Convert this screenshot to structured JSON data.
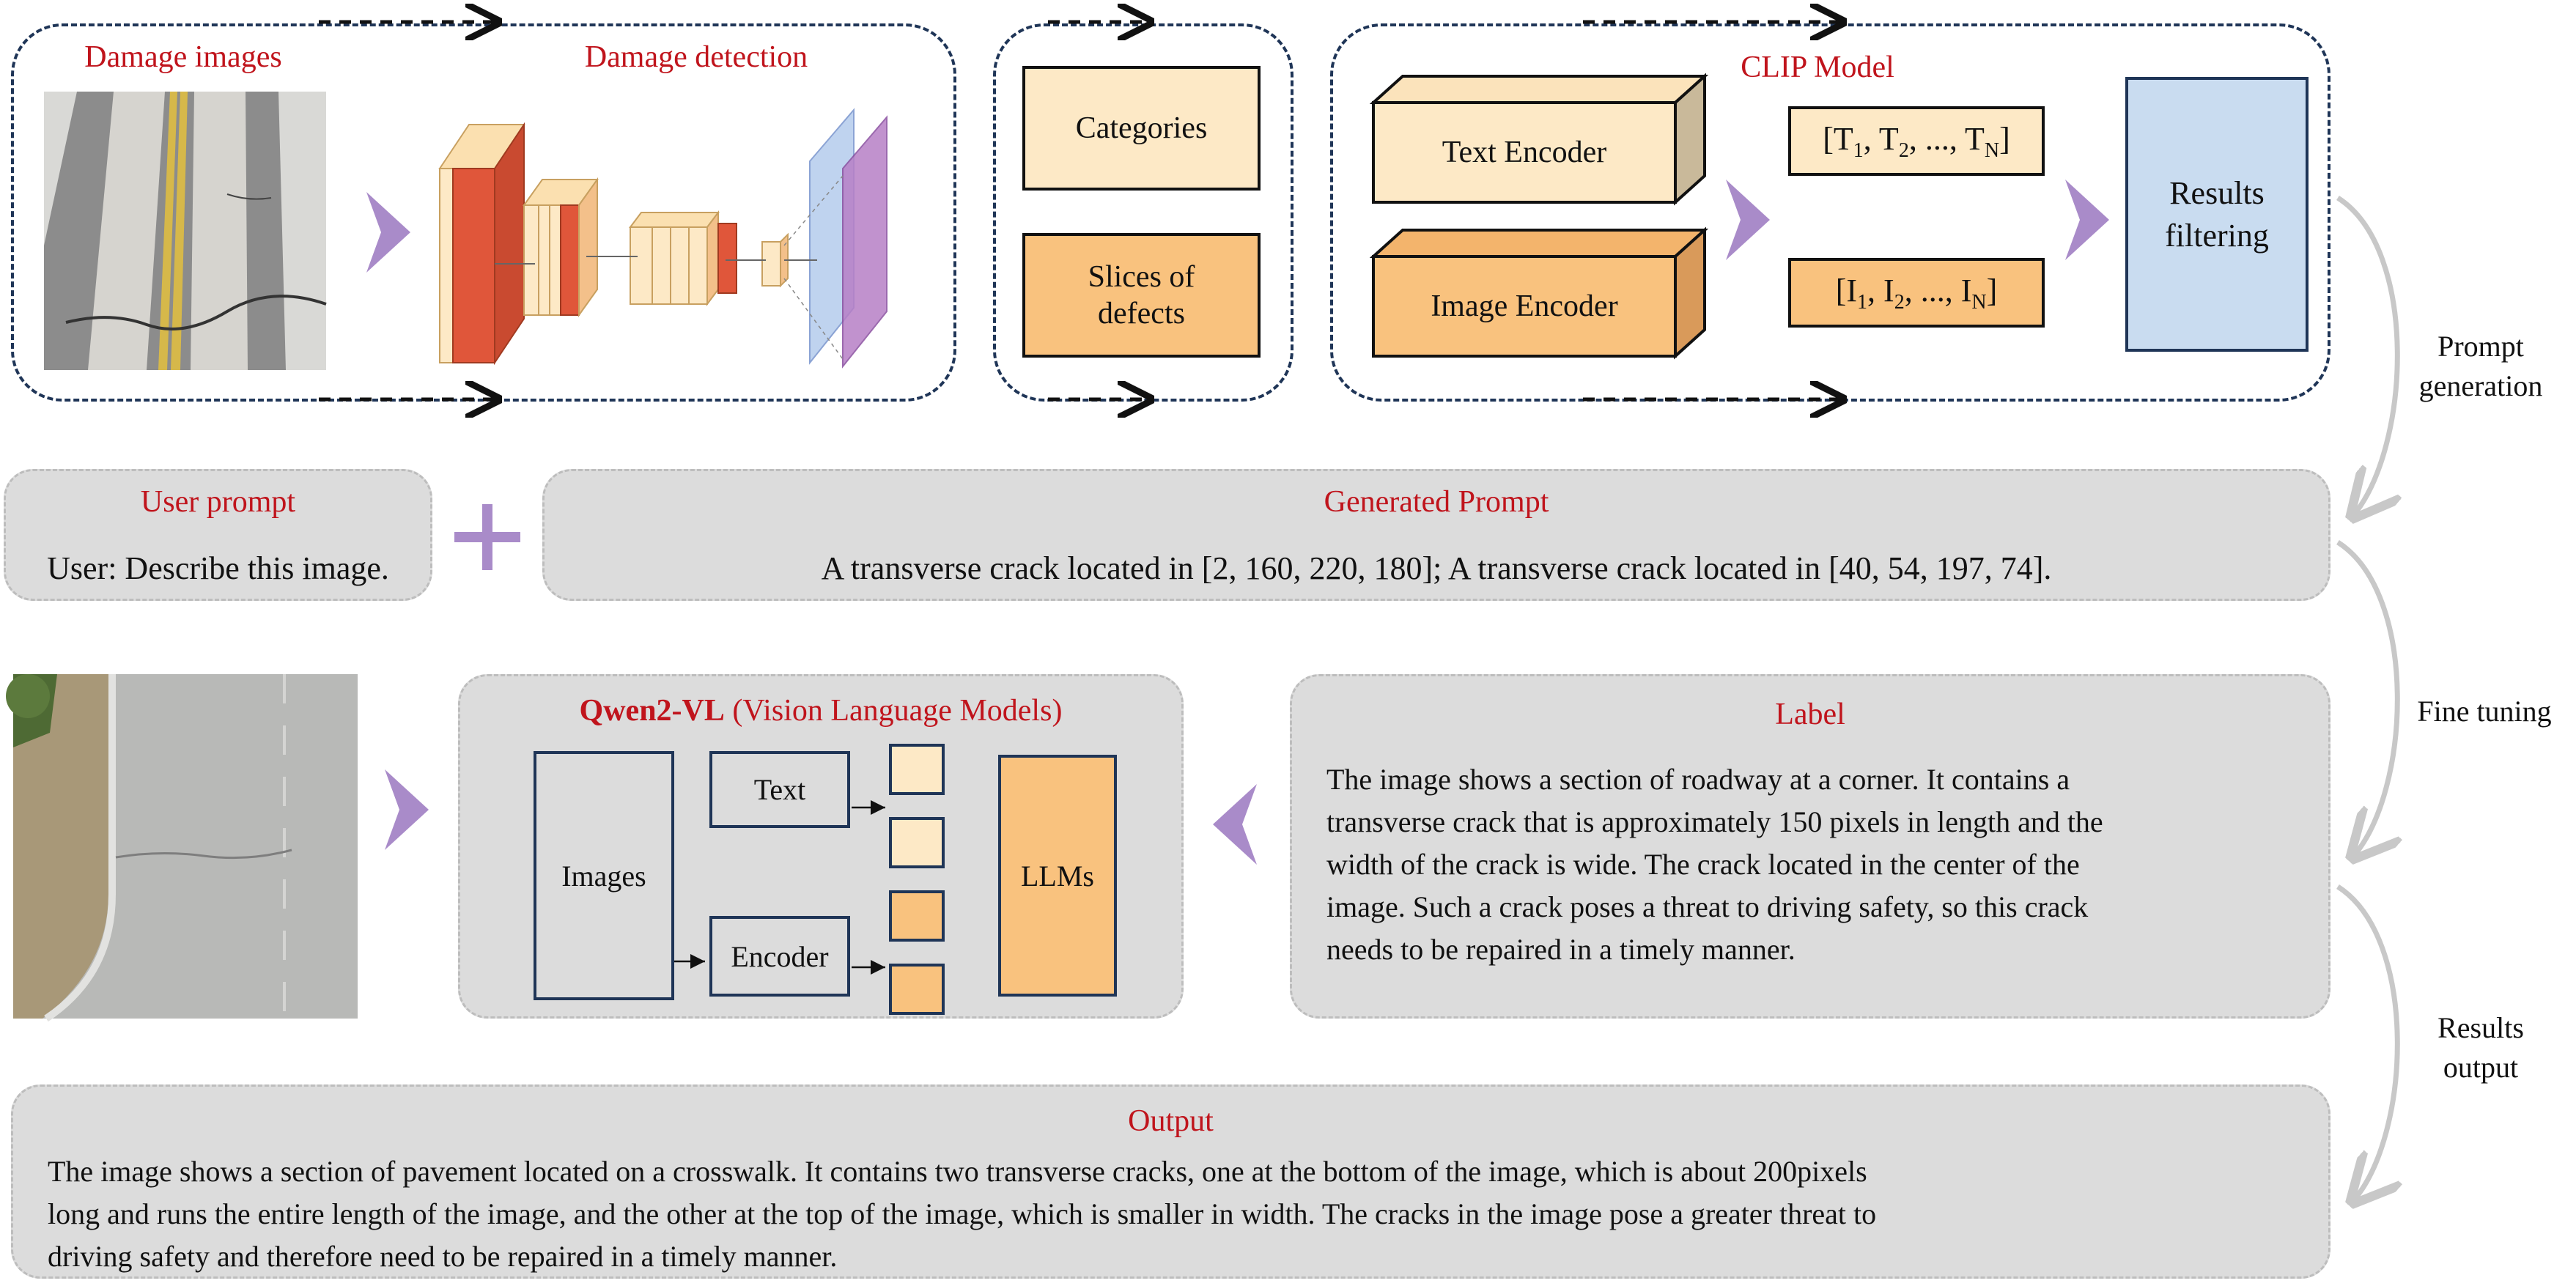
{
  "colors": {
    "accent_red": "#c0141c",
    "navy": "#1f3557",
    "purple_arrow": "#a98bc9",
    "panel_gray": "#dcdcdc",
    "light_orange": "#fde9c6",
    "orange": "#f9c27e",
    "light_blue": "#c9dcf0",
    "detection_red": "#e0563a"
  },
  "detection_panel": {
    "damage_images_title": "Damage images",
    "damage_detection_title": "Damage detection"
  },
  "middle_panel": {
    "categories": "Categories",
    "slices_line1": "Slices of",
    "slices_line2": "defects"
  },
  "clip_panel": {
    "title": "CLIP Model",
    "text_encoder": "Text Encoder",
    "image_encoder": "Image Encoder",
    "text_vector": {
      "open": "[T",
      "s1": "1",
      "m1": ", T",
      "s2": "2",
      "m2": ", ..., T",
      "sN": "N",
      "close": "]"
    },
    "image_vector": {
      "open": "[I",
      "s1": "1",
      "m1": ", I",
      "s2": "2",
      "m2": ", ..., I",
      "sN": "N",
      "close": "]"
    },
    "results_line1": "Results",
    "results_line2": "filtering"
  },
  "side_labels": {
    "prompt_generation_line1": "Prompt",
    "prompt_generation_line2": "generation",
    "fine_tuning": "Fine tuning",
    "results_output_line1": "Results",
    "results_output_line2": "output"
  },
  "user_prompt": {
    "title": "User prompt",
    "text": "User: Describe this image."
  },
  "generated_prompt": {
    "title": "Generated Prompt",
    "text": "A transverse crack located in [2, 160, 220, 180]; A transverse crack located in [40, 54, 197, 74]."
  },
  "qwen_panel": {
    "title_bold": "Qwen2-VL",
    "title_rest": " (Vision Language Models)",
    "images": "Images",
    "text": "Text",
    "encoder": "Encoder",
    "llms": "LLMs"
  },
  "label_panel": {
    "title": "Label",
    "lines": [
      "The image shows a section of roadway at a corner. It contains a",
      "transverse crack that is approximately 150 pixels in length and the",
      "width of the crack is wide. The crack located in the center of the",
      "image. Such a crack poses a threat to driving safety, so this crack",
      "needs to be repaired in a timely manner."
    ]
  },
  "output_panel": {
    "title": "Output",
    "lines": [
      "The image shows a section of pavement located on a crosswalk. It contains two transverse cracks, one at the bottom of the image, which is about 200pixels",
      "long and runs the entire length of the image, and the other at the top of the image, which is smaller in width. The cracks in the image pose a greater threat to",
      "driving safety and therefore need to be repaired in a timely manner."
    ]
  }
}
